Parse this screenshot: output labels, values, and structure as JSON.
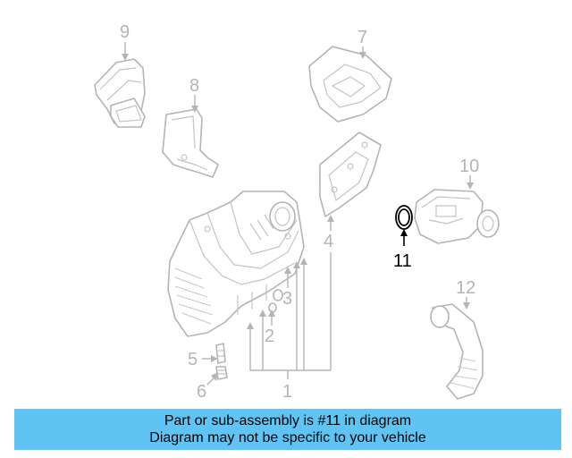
{
  "diagram": {
    "callouts": [
      {
        "label": "1"
      },
      {
        "label": "2"
      },
      {
        "label": "3"
      },
      {
        "label": "4"
      },
      {
        "label": "5"
      },
      {
        "label": "6"
      },
      {
        "label": "7"
      },
      {
        "label": "8"
      },
      {
        "label": "9"
      },
      {
        "label": "10"
      },
      {
        "label": "11"
      },
      {
        "label": "12"
      }
    ],
    "highlighted_part": "11",
    "colors": {
      "part_line": "#b4b4b4",
      "highlight": "#000000",
      "banner": "#5fc4f3"
    }
  },
  "notice": {
    "line1": "Part or sub-assembly is #11 in diagram",
    "line2": "Diagram may not be specific to your vehicle"
  }
}
